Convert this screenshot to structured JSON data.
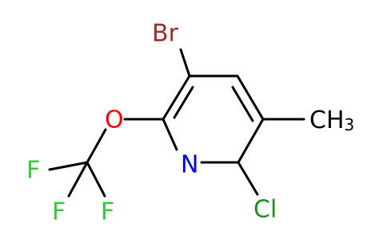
{
  "molecule": {
    "atoms": {
      "br": {
        "text": "Br",
        "color": "#a52a2a"
      },
      "o": {
        "text": "O",
        "color": "#ff0000"
      },
      "n": {
        "text": "N",
        "color": "#0000ff"
      },
      "cl": {
        "text": "Cl",
        "color": "#228b22"
      },
      "ch3": {
        "main": "CH",
        "sub": "3",
        "color": "#000000"
      },
      "f1": {
        "text": "F",
        "color": "#32cd32"
      },
      "f2": {
        "text": "F",
        "color": "#32cd32"
      },
      "f3": {
        "text": "F",
        "color": "#32cd32"
      }
    }
  }
}
